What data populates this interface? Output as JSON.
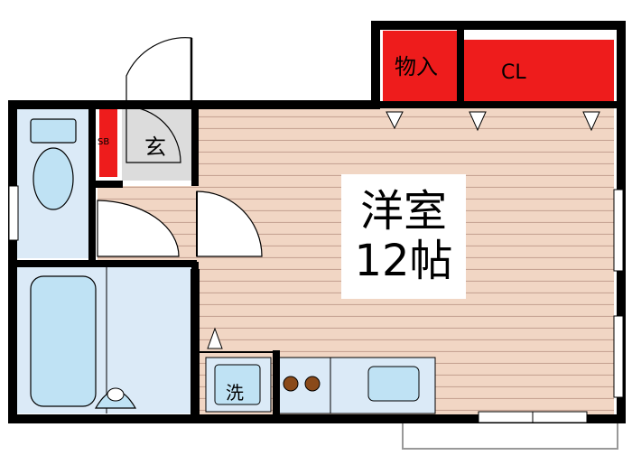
{
  "labels": {
    "main_room_type": "洋室",
    "main_room_size": "12帖",
    "storage": "物入",
    "closet": "CL",
    "entrance": "玄",
    "shoe_box": "SB",
    "washer": "洗"
  },
  "colors": {
    "wall": "#000000",
    "floor_wood": "#f1d6c4",
    "floor_stripe": "#c7a494",
    "wet_area": "#dbeaf7",
    "fixture": "#bfe2f4",
    "storage": "#ee1c1c",
    "entrance_floor": "#dcdcdc",
    "burner": "#8a4a1a"
  },
  "icons": [
    "door-swing-icon",
    "window-icon",
    "toilet-icon",
    "bathtub-icon",
    "sink-icon",
    "stove-burner-icon",
    "ac-marker-icon"
  ]
}
